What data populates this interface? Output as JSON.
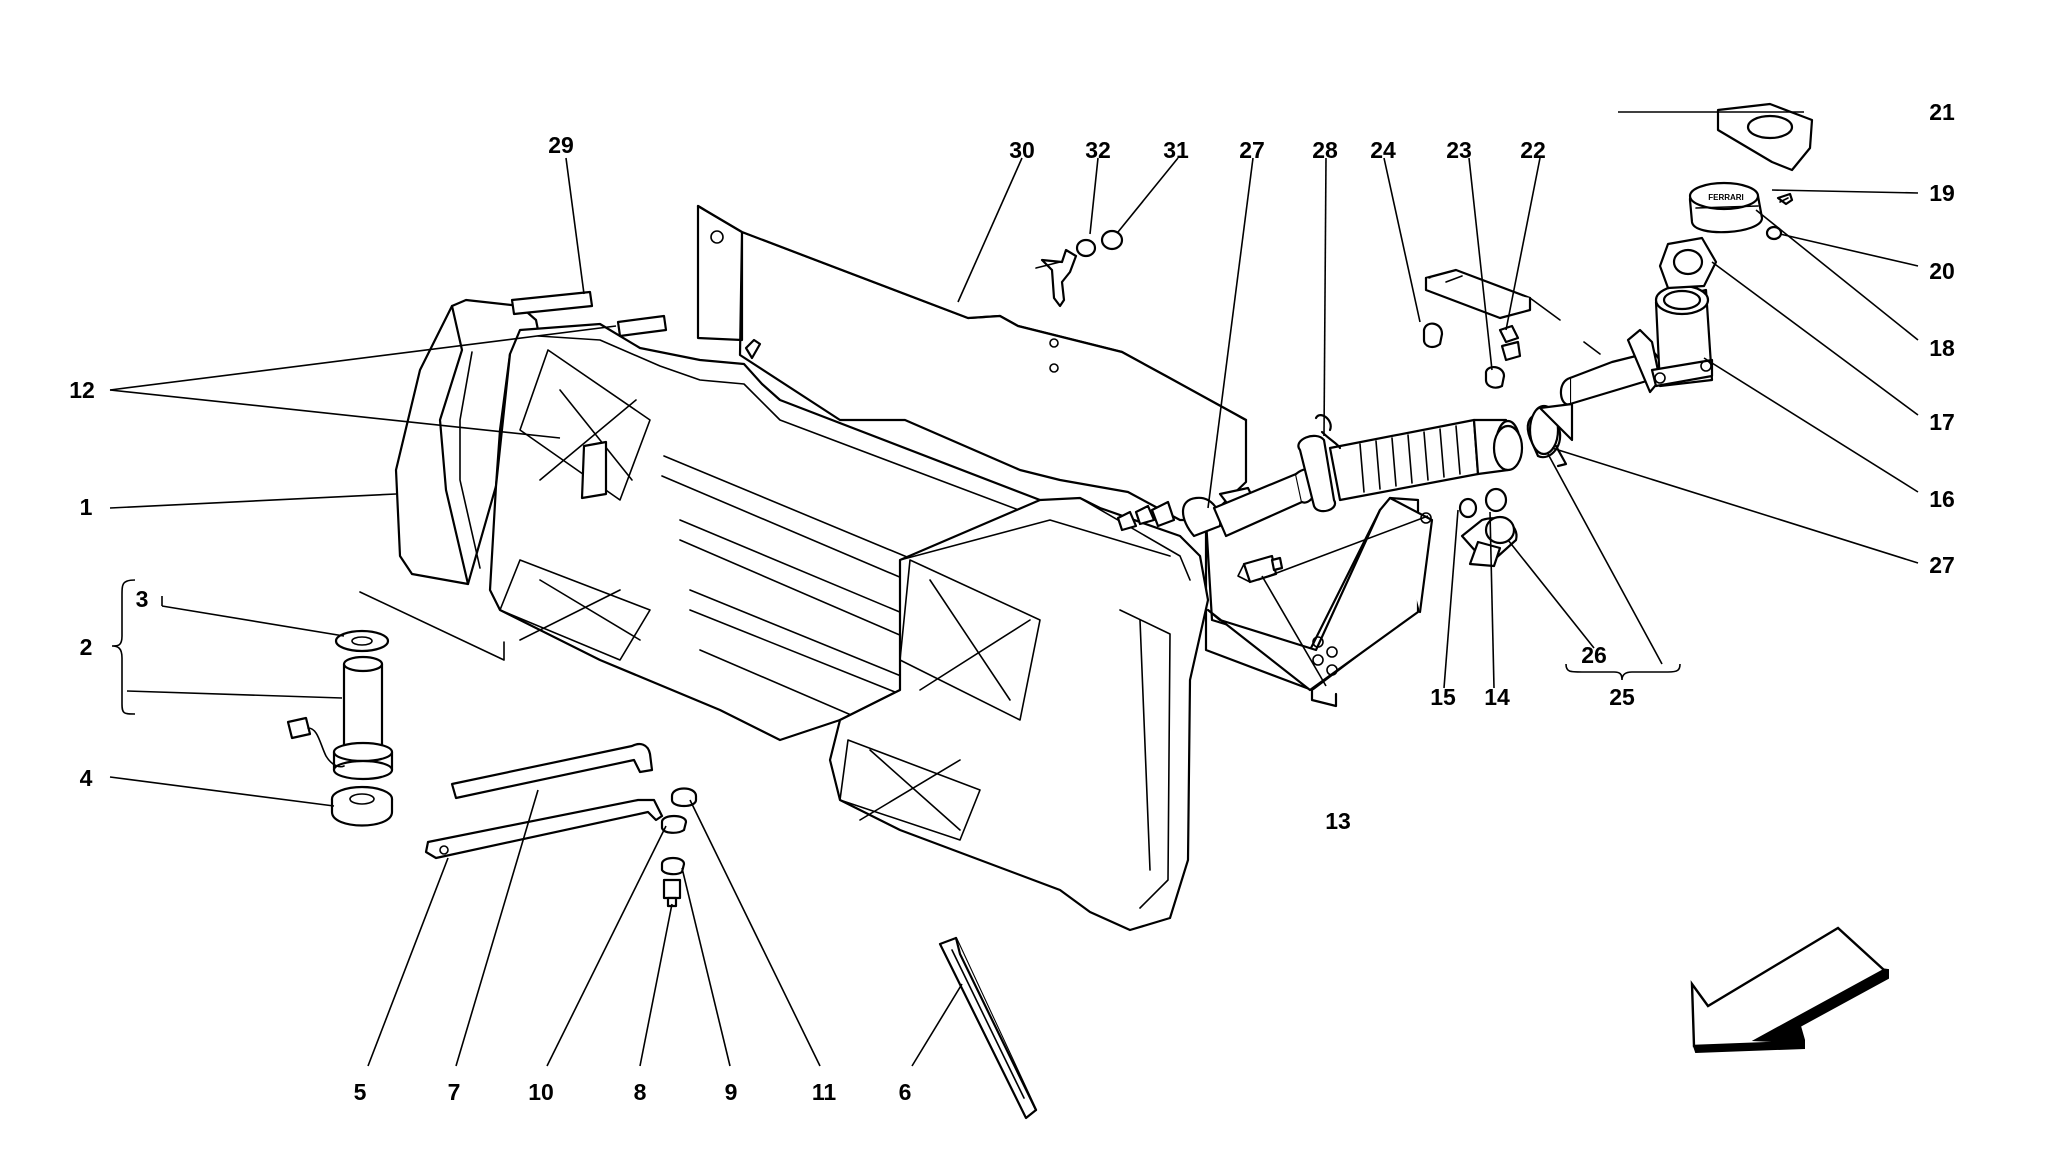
{
  "diagram": {
    "callouts": [
      "1",
      "2",
      "3",
      "4",
      "5",
      "6",
      "7",
      "8",
      "9",
      "10",
      "11",
      "12",
      "13",
      "14",
      "15",
      "16",
      "17",
      "18",
      "19",
      "20",
      "21",
      "22",
      "23",
      "24",
      "25",
      "26",
      "27",
      "27",
      "28",
      "29",
      "30",
      "31",
      "32"
    ],
    "cap_logo_text": "FERRARI",
    "colors": {
      "line": "#000000",
      "background": "#ffffff",
      "fill": "#ffffff"
    },
    "icons": [
      "direction-arrow-icon"
    ]
  }
}
